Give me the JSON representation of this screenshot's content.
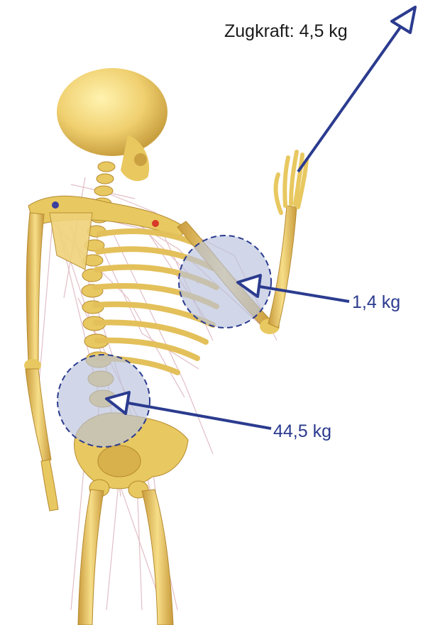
{
  "labels": {
    "pull_force": "Zugkraft: 4,5 kg",
    "shoulder_force": "1,4 kg",
    "spine_force": "44,5 kg"
  },
  "colors": {
    "arrow": "#2b3b8f",
    "highlight_fill": "#b9c2dc",
    "bone": "#e8c860",
    "muscle": "#d9a9b4"
  },
  "icons": {
    "figure": "skeleton-musculoskeletal-model"
  }
}
